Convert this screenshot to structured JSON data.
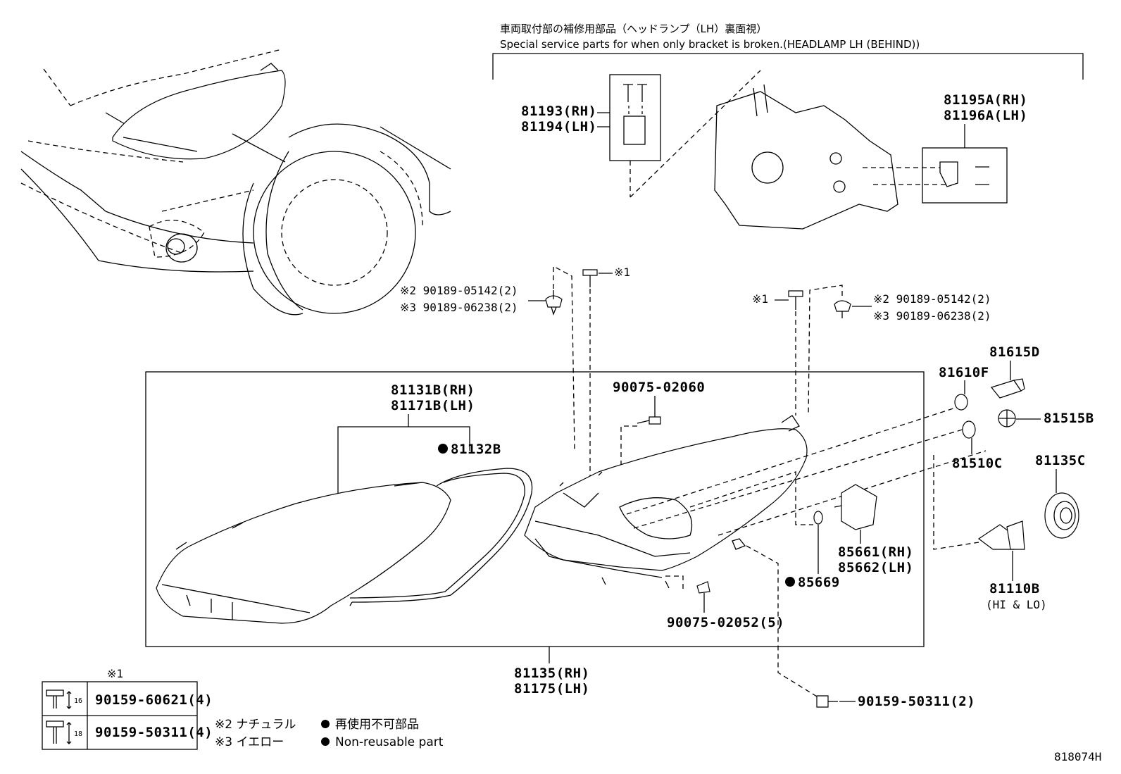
{
  "header": {
    "jp": "車両取付部の補修用部品（ヘッドランプ（LH）裏面視）",
    "en": "Special service parts for when only bracket is broken.(HEADLAMP LH (BEHIND))"
  },
  "parts": {
    "p81193": "81193(RH)",
    "p81194": "81194(LH)",
    "p81195a": "81195A(RH)",
    "p81196a": "81196A(LH)",
    "clip_left_a": "※2 90189-05142(2)",
    "clip_left_b": "※3 90189-06238(2)",
    "bolt_left_ref": "※1",
    "bolt_right_ref": "※1",
    "clip_right_a": "※2 90189-05142(2)",
    "clip_right_b": "※3 90189-06238(2)",
    "p81615d": "81615D",
    "p81610f": "81610F",
    "p81515b": "81515B",
    "p81510c": "81510C",
    "p81135c": "81135C",
    "p81131b": "81131B(RH)",
    "p81171b": "81171B(LH)",
    "p81132b": "81132B",
    "p90075_02060": "90075-02060",
    "p85661": "85661(RH)",
    "p85662": "85662(LH)",
    "p85669": "85669",
    "p81110b": "81110B",
    "p81110b_note": "(HI & LO)",
    "p90075_02052": "90075-02052(5)",
    "p81135": "81135(RH)",
    "p81175": "81175(LH)",
    "p90159_50311": "90159-50311(2)"
  },
  "legend_table": {
    "ref": "※1",
    "rows": [
      {
        "size": "16",
        "part": "90159-60621(4)"
      },
      {
        "size": "18",
        "part": "90159-50311(4)"
      }
    ]
  },
  "notes": {
    "n2": "※2  ナチュラル",
    "n3": "※3  イエロー",
    "nr_jp": "再使用不可部品",
    "nr_en": "Non-reusable part"
  },
  "figure_id": "818074H"
}
